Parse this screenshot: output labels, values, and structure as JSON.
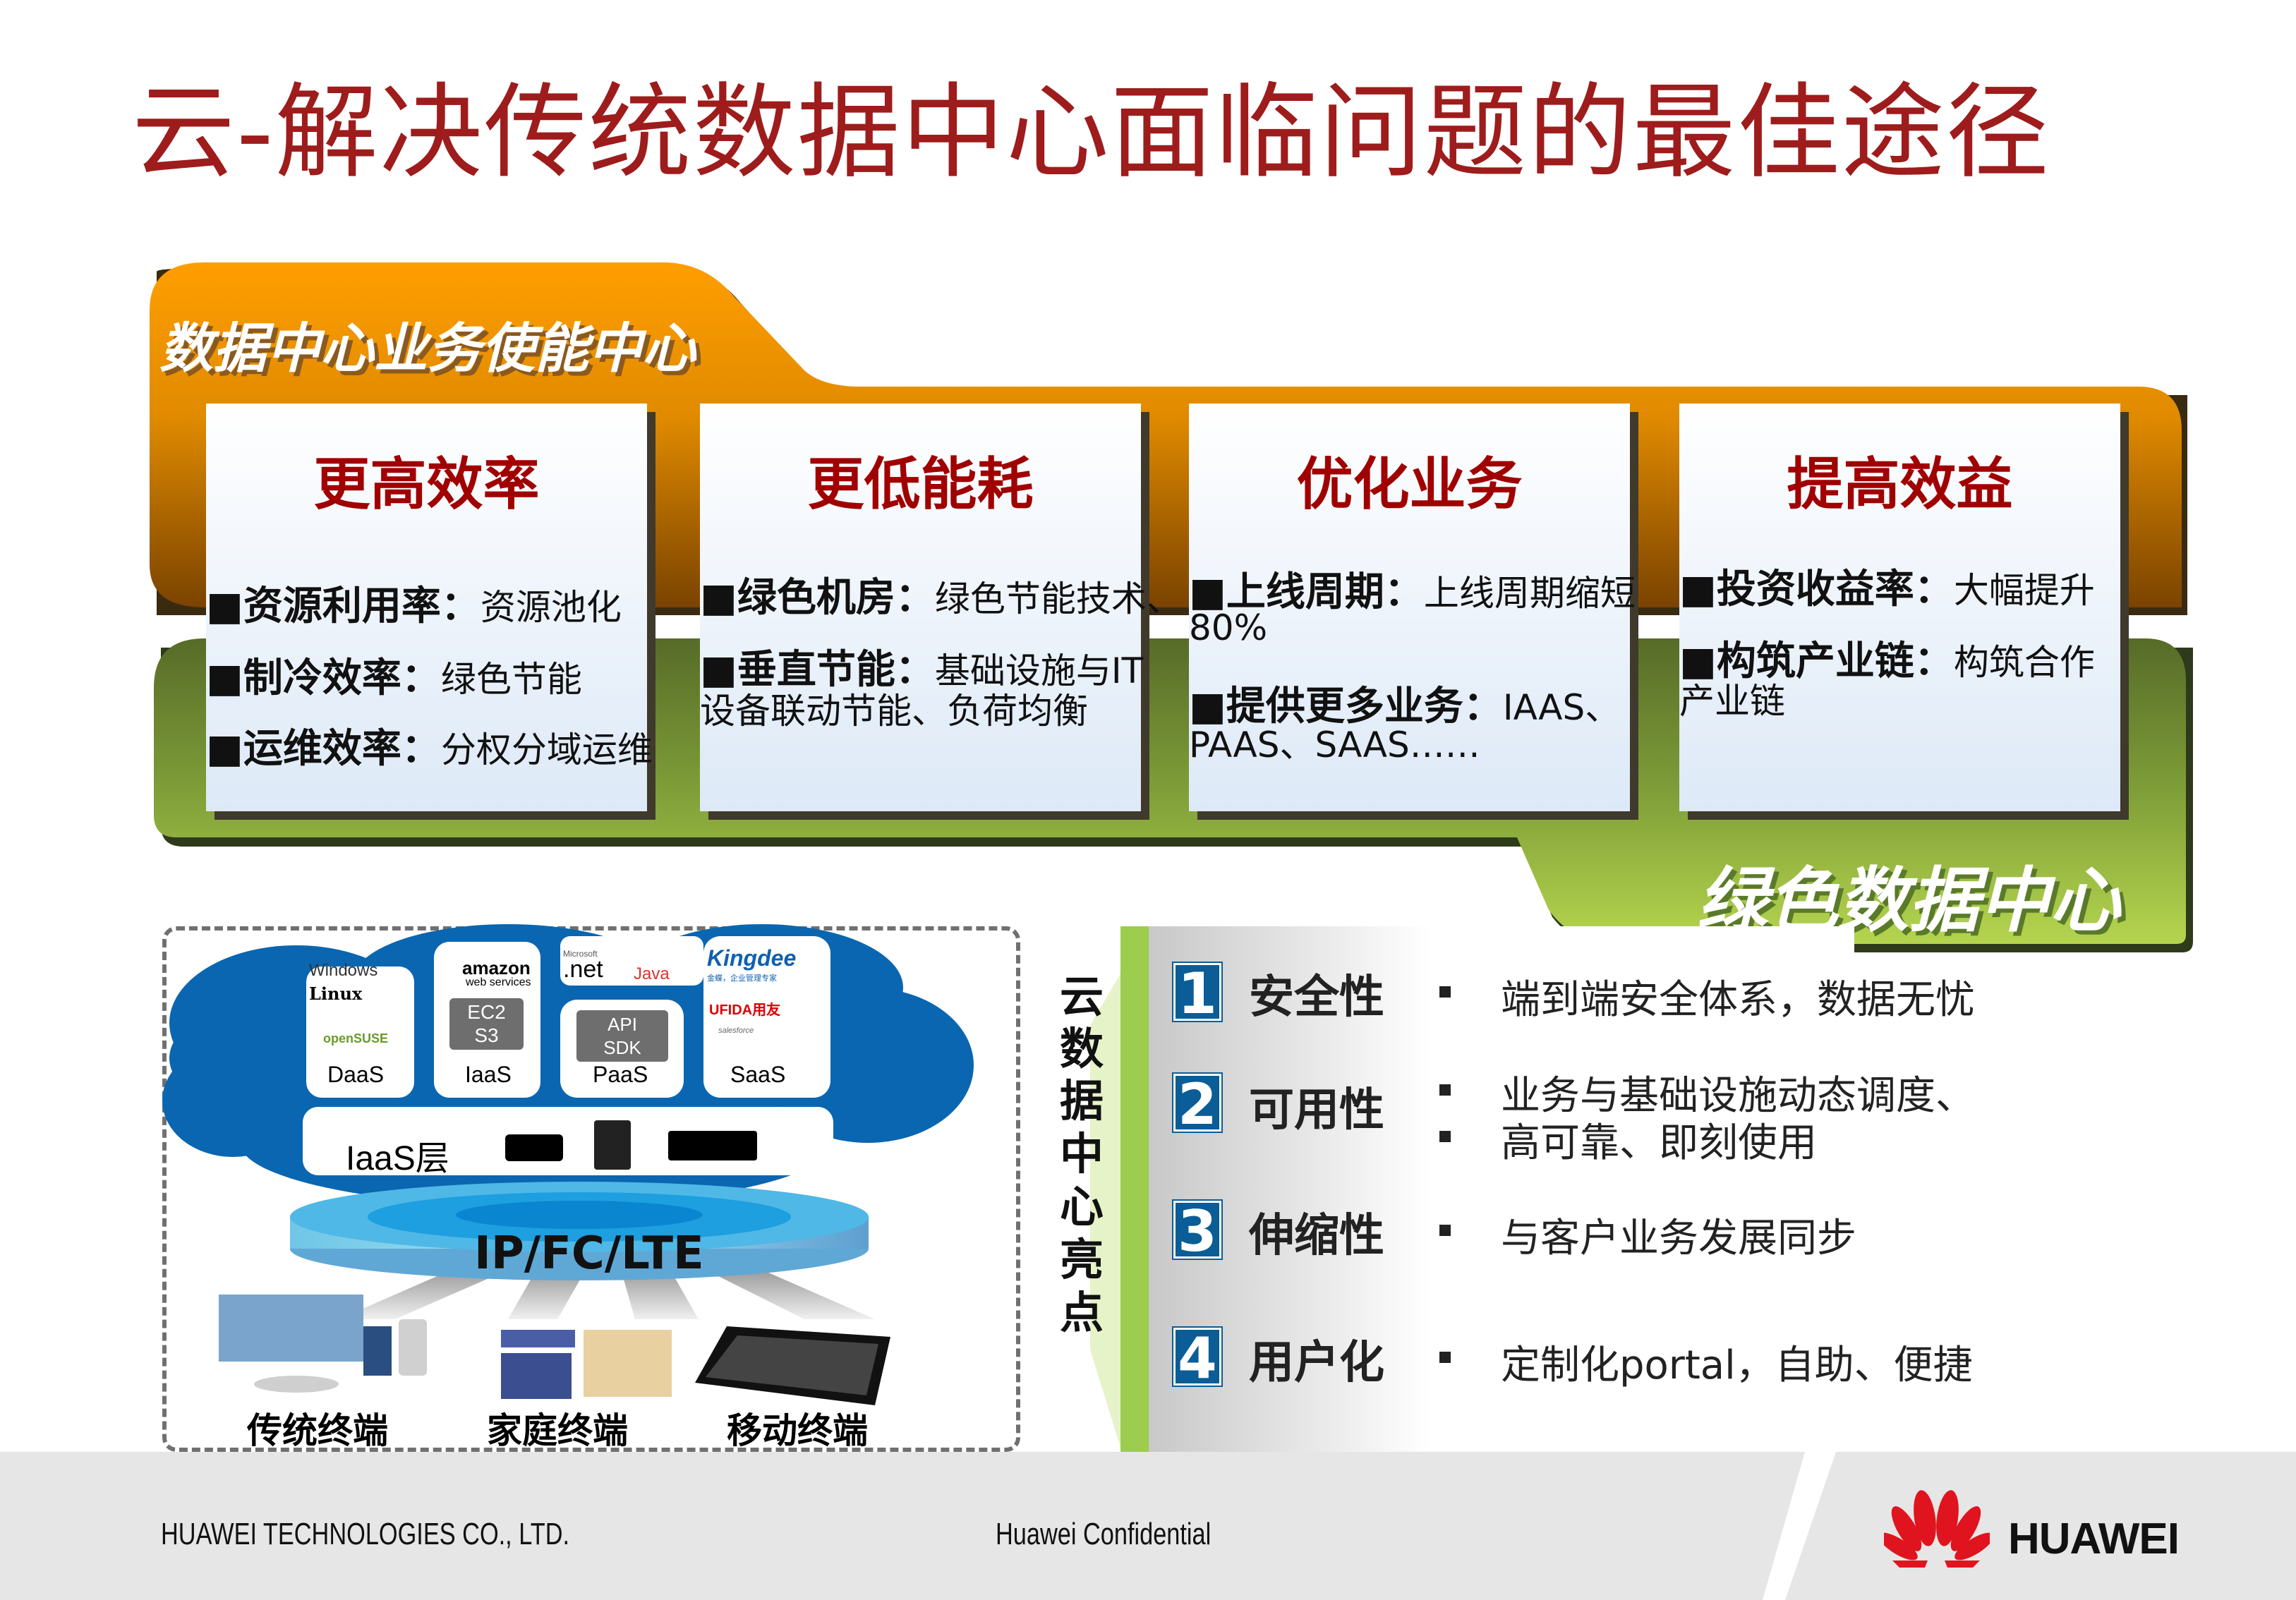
{
  "title": "云-解决传统数据中心面临问题的最佳途径",
  "colors": {
    "title": "#9e1c1c",
    "orange": "#f39a00",
    "green": "#9cc03e",
    "card_title": "#a00000",
    "cloud": "#0a66b0",
    "number_box": "#0a5d96"
  },
  "orange_band": {
    "label": "数据中心业务使能中心"
  },
  "green_band": {
    "label": "绿色数据中心"
  },
  "cards": [
    {
      "title": "更高效率",
      "lines": [
        {
          "label": "■资源利用率：",
          "value": "资源池化"
        },
        {
          "label": "■制冷效率：",
          "value": "绿色节能"
        },
        {
          "label": "■运维效率：",
          "value": "分权分域运维"
        }
      ]
    },
    {
      "title": "更低能耗",
      "lines": [
        {
          "label": "■绿色机房：",
          "value": "绿色节能技术、"
        },
        {
          "label": "■垂直节能：",
          "value": "基础设施与IT"
        },
        {
          "label": "",
          "value": "设备联动节能、负荷均衡"
        }
      ]
    },
    {
      "title": "优化业务",
      "lines": [
        {
          "label": "■上线周期：",
          "value": "上线周期缩短"
        },
        {
          "label": "",
          "value": "80%"
        },
        {
          "label": "■提供更多业务：",
          "value": "IAAS、"
        },
        {
          "label": "",
          "value": "PAAS、SAAS……"
        }
      ]
    },
    {
      "title": "提高效益",
      "lines": [
        {
          "label": "■投资收益率：",
          "value": "大幅提升"
        },
        {
          "label": "■构筑产业链：",
          "value": "构筑合作"
        },
        {
          "label": "",
          "value": "产业链"
        }
      ]
    }
  ],
  "cloud_diagram": {
    "services": [
      {
        "label": "DaaS",
        "logos": [
          "Windows",
          "Linux",
          "openSUSE"
        ]
      },
      {
        "label": "IaaS",
        "logos": [
          "amazon",
          "web services"
        ],
        "box": [
          "EC2",
          "S3"
        ]
      },
      {
        "label": "PaaS",
        "logos": [
          "Microsoft",
          ".net",
          "Java"
        ],
        "box": [
          "API",
          "SDK"
        ]
      },
      {
        "label": "SaaS",
        "logos": [
          "Kingdee",
          "金蝶，企业管理专家",
          "UFIDA用友",
          "salesforce"
        ]
      }
    ],
    "iaas_layer": "IaaS层",
    "network": "IP/FC/LTE",
    "terminals": [
      "传统终端",
      "家庭终端",
      "移动终端"
    ]
  },
  "highlights": {
    "heading": [
      "云",
      "数",
      "据",
      "中",
      "心",
      "亮",
      "点"
    ],
    "items": [
      {
        "number": "1",
        "label": "安全性",
        "desc": [
          "端到端安全体系，数据无忧"
        ]
      },
      {
        "number": "2",
        "label": "可用性",
        "desc": [
          "业务与基础设施动态调度、",
          "高可靠、即刻使用"
        ]
      },
      {
        "number": "3",
        "label": "伸缩性",
        "desc": [
          "与客户业务发展同步"
        ]
      },
      {
        "number": "4",
        "label": "用户化",
        "desc": [
          "定制化portal，自助、便捷"
        ]
      }
    ]
  },
  "footer": {
    "company": "HUAWEI TECHNOLOGIES CO., LTD.",
    "confidential": "Huawei Confidential",
    "logo_text": "HUAWEI"
  }
}
